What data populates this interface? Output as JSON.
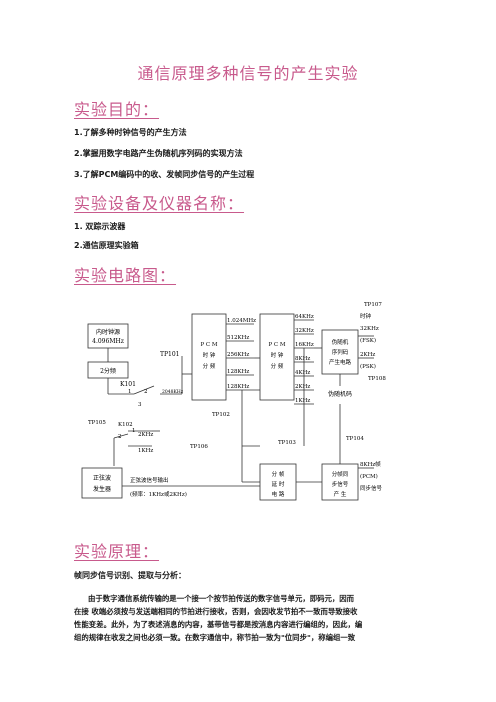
{
  "title": "通信原理多种信号的产生实验",
  "sections": {
    "purpose": {
      "heading": "实验目的：",
      "items": [
        "1.了解多种时钟信号的产生方法",
        "2.掌握用数字电路产生伪随机序列码的实现方法",
        "3.了解PCM编码中的收、发帧同步信号的产生过程"
      ]
    },
    "equipment": {
      "heading": "实验设备及仪器名称：",
      "items": [
        "1. 双踪示波器",
        "2.通信原理实验箱"
      ]
    },
    "circuit": {
      "heading": "实验电路图："
    },
    "principle": {
      "heading": "实验原理：",
      "subheading": "帧同步信号识别、提取与分析：",
      "lines": [
        "由于数字通信系统传输的是一个接一个按节拍传送的数字信号单元，即码元，因而",
        "在接 收端必须按与发送端相同的节拍进行接收，否则，会因收发节拍不一致而导致接收",
        "性能变差。此外，为了表述消息的内容，基带信号都是按消息内容进行编组的，因此，编",
        "组的规律在收发之间也必须一致。在数字通信中，称节拍一致为\"位同步\"，称编组一致"
      ]
    }
  },
  "diagram": {
    "crystal": {
      "line1": "内时钟源",
      "line2": "4.096MHz"
    },
    "div2": "2分频",
    "tp101": "TP101",
    "k101": {
      "label": "K101",
      "pos1": "1",
      "pos2": "2",
      "pos3": "3",
      "freq": "2048KHz"
    },
    "pcm1": {
      "label": "P C M",
      "l2": "时 钟",
      "l3": "分 频",
      "outputs": [
        "1.024MHz",
        "512KHz",
        "256KHz",
        "128KHz",
        "128KHz"
      ]
    },
    "pcm2": {
      "label": "P C M",
      "l2": "时 钟",
      "l3": "分 频",
      "outputs": [
        "64KHz",
        "32KHz",
        "16KHz",
        "8KHz",
        "4KHz",
        "2KHz",
        "1KHz"
      ]
    },
    "prbs": {
      "line1": "伪随机",
      "line2": "序列码",
      "line3": "产生电路",
      "output": "伪随机码"
    },
    "tp107": "TP107",
    "clock_out": {
      "label": "时钟",
      "f1": "32KHz",
      "f1_note": "(FSK)",
      "f2": "2KHz",
      "f2_note": "(PSK)"
    },
    "tp108": "TP108",
    "tp102": "TP102",
    "tp103": "TP103",
    "tp104": "TP104",
    "tp105": "TP105",
    "tp106": "TP106",
    "k102": {
      "label": "K102",
      "pos1": "1",
      "pos2": "2",
      "freq1": "2KHz",
      "freq2": "1KHz"
    },
    "sine": {
      "line1": "正弦波",
      "line2": "发生器",
      "out1": "正弦波信号输出",
      "out2": "(频率：1KHz或2KHz)"
    },
    "frame_delay": {
      "line1": "分 帧",
      "line2": "延 时",
      "line3": "电 路"
    },
    "frame_sync": {
      "line1": "分帧同",
      "line2": "步信号",
      "line3": "产 生",
      "out1": "8KHz帧",
      "out2": "(PCM)",
      "out3": "同步信号"
    }
  }
}
